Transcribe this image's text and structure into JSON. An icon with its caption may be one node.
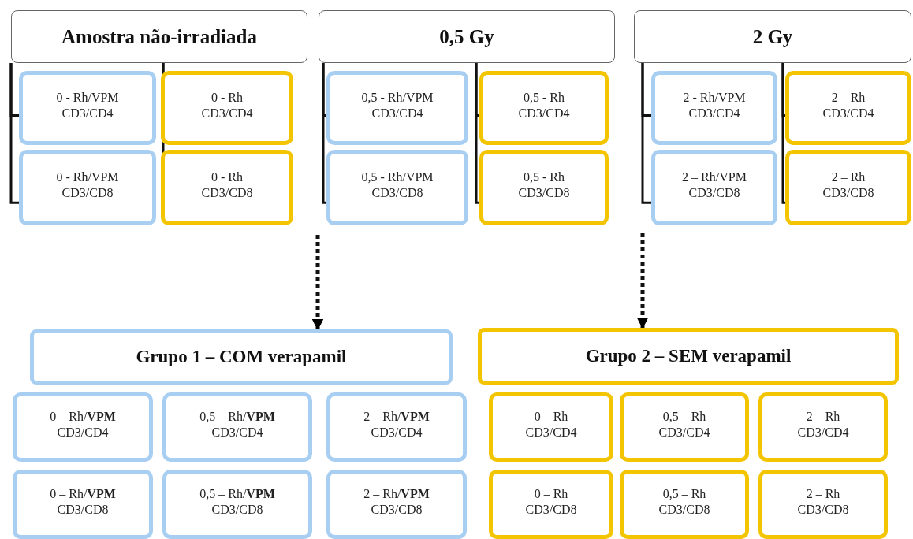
{
  "diagram": {
    "nodes": [
      {
        "text": [
          "Amostra não-irradiada"
        ]
      },
      {
        "text": [
          "0 - Rh/VPM",
          "CD3/CD4"
        ]
      },
      {
        "text": [
          "0 - Rh",
          "CD3/CD4"
        ]
      },
      {
        "text": [
          "0 - Rh/VPM",
          "CD3/CD8"
        ]
      },
      {
        "text": [
          "0 - Rh",
          "CD3/CD8"
        ]
      },
      {
        "text": [
          "0,5 Gy"
        ]
      },
      {
        "text": [
          "0,5 - Rh/VPM",
          "CD3/CD4"
        ]
      },
      {
        "text": [
          "0,5 - Rh",
          "CD3/CD4"
        ]
      },
      {
        "text": [
          "0,5 - Rh/VPM",
          "CD3/CD8"
        ]
      },
      {
        "text": [
          "0,5 - Rh",
          "CD3/CD8"
        ]
      },
      {
        "text": [
          "2 Gy"
        ]
      },
      {
        "text": [
          "2 - Rh/VPM",
          "CD3/CD4"
        ]
      },
      {
        "text": [
          "2 – Rh",
          "CD3/CD4"
        ]
      },
      {
        "text": [
          "2 – Rh/VPM",
          "CD3/CD8"
        ]
      },
      {
        "text": [
          "2 – Rh",
          "CD3/CD8"
        ]
      },
      {
        "text": [
          "Grupo 1 – COM verapamil"
        ]
      },
      {
        "text": [
          "0 – Rh/**VPM**",
          "CD3/CD4"
        ]
      },
      {
        "text": [
          "0,5 – Rh/**VPM**",
          "CD3/CD4"
        ]
      },
      {
        "text": [
          "2 – Rh/**VPM**",
          "CD3/CD4"
        ]
      },
      {
        "text": [
          "0 – Rh/**VPM**",
          "CD3/CD8"
        ]
      },
      {
        "text": [
          "0,5 – Rh/**VPM**",
          "CD3/CD8"
        ]
      },
      {
        "text": [
          "2 – Rh/**VPM**",
          "CD3/CD8"
        ]
      },
      {
        "text": [
          "Grupo 2 – SEM verapamil"
        ]
      },
      {
        "text": [
          "0 – Rh",
          "CD3/CD4"
        ]
      },
      {
        "text": [
          "0,5 – Rh",
          "CD3/CD4"
        ]
      },
      {
        "text": [
          "2 – Rh",
          "CD3/CD4"
        ]
      },
      {
        "text": [
          "0 – Rh",
          "CD3/CD8"
        ]
      },
      {
        "text": [
          "0,5 – Rh",
          "CD3/CD8"
        ]
      },
      {
        "text": [
          "2 – Rh",
          "CD3/CD8"
        ]
      }
    ],
    "edges": [
      {
        "from": 0,
        "to": 1,
        "arrow": "none"
      },
      {
        "from": 0,
        "to": 3,
        "arrow": "none"
      },
      {
        "from": 0,
        "to": 2,
        "arrow": "none"
      },
      {
        "from": 0,
        "to": 4,
        "arrow": "none"
      },
      {
        "from": 5,
        "to": 6,
        "arrow": "none"
      },
      {
        "from": 5,
        "to": 8,
        "arrow": "none"
      },
      {
        "from": 5,
        "to": 7,
        "arrow": "none"
      },
      {
        "from": 5,
        "to": 9,
        "arrow": "none"
      },
      {
        "from": 10,
        "to": 11,
        "arrow": "none"
      },
      {
        "from": 10,
        "to": 13,
        "arrow": "none"
      },
      {
        "from": 10,
        "to": 12,
        "arrow": "none"
      },
      {
        "from": 10,
        "to": 14,
        "arrow": "none"
      },
      {
        "from": null,
        "to": 15,
        "arrow": "to",
        "style": "dashed"
      },
      {
        "from": null,
        "to": 22,
        "arrow": "to",
        "style": "dashed"
      }
    ]
  }
}
